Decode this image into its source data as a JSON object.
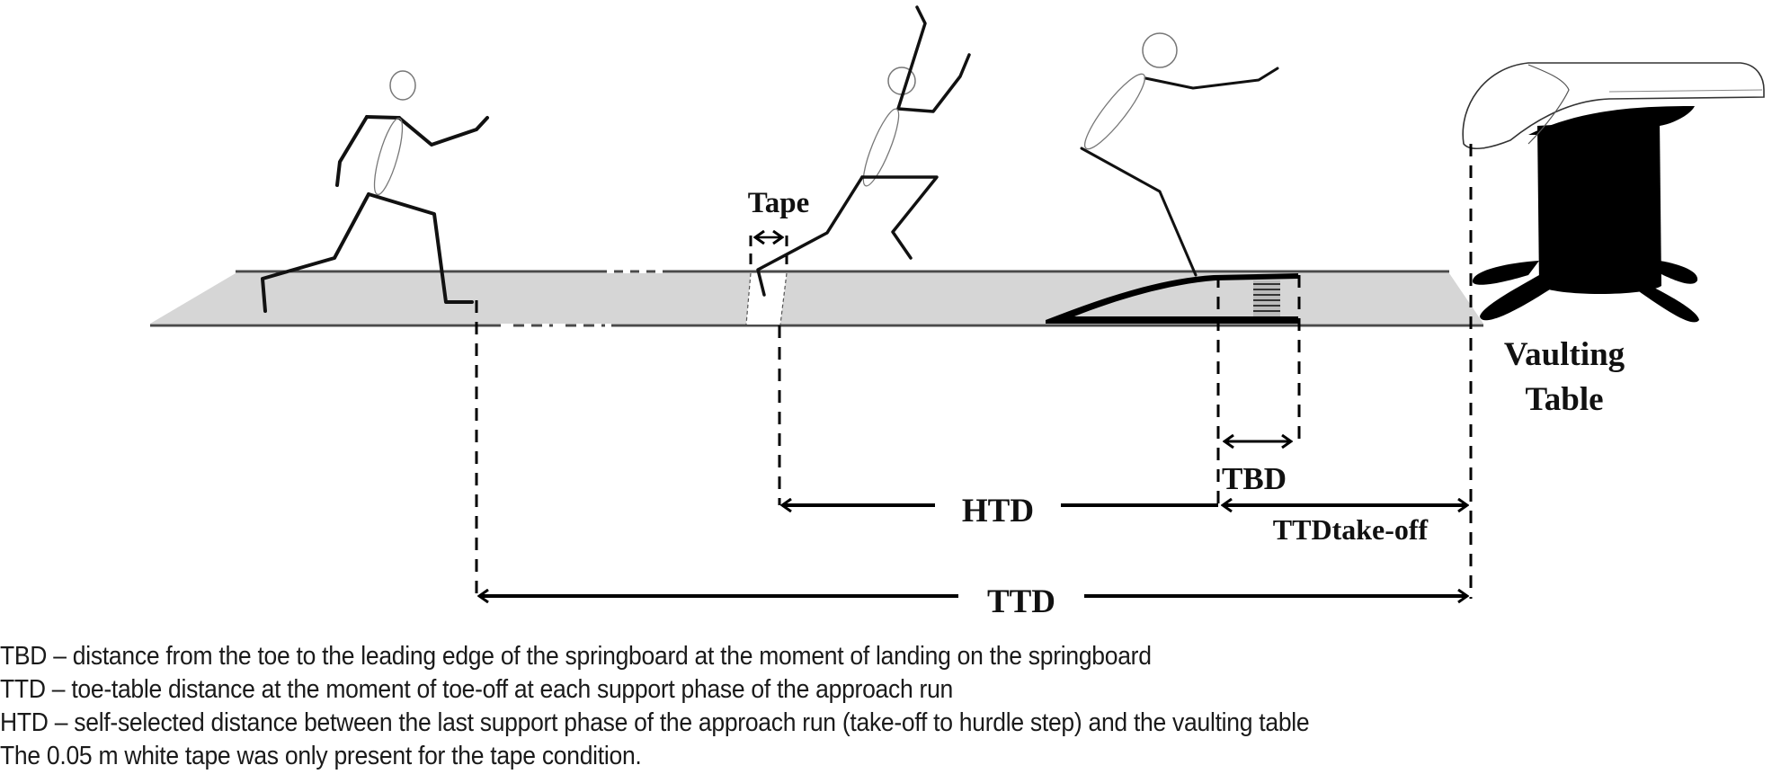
{
  "figure": {
    "labels": {
      "tape": "Tape",
      "vaulting_table_line1": "Vaulting",
      "vaulting_table_line2": "Table",
      "tbd": "TBD",
      "htd": "HTD",
      "ttd_takeoff": "TTDtake-off",
      "ttd": "TTD"
    },
    "colors": {
      "runway_fill": "#d6d6d6",
      "runway_edge": "#4a4a4a",
      "ink": "#000000",
      "figure_outline": "#666666"
    }
  },
  "caption": {
    "lines": [
      "TBD – distance from the toe to the leading edge of the springboard at the moment of landing on the springboard",
      "TTD – toe-table distance at the moment of toe-off at each support phase of the approach run",
      "HTD – self-selected distance between the last support phase of the approach run (take-off to hurdle step) and the vaulting table",
      "The 0.05 m white tape was only present for the tape condition."
    ]
  }
}
